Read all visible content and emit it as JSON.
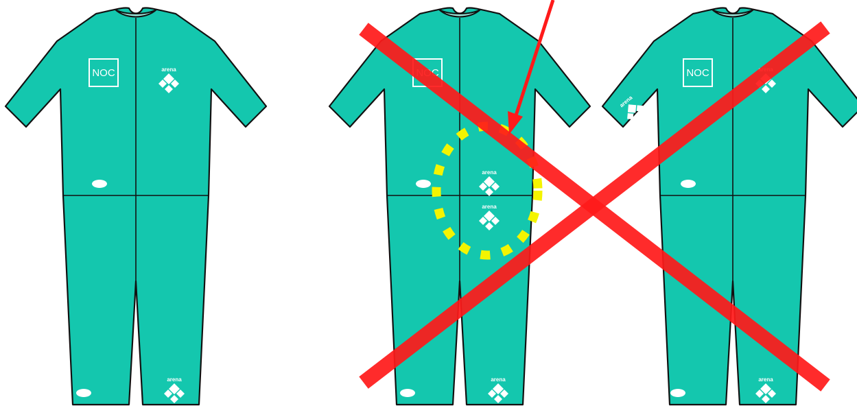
{
  "colors": {
    "suit": "#14c7ae",
    "collar": "#9ee8dc",
    "cross": "#ff1a1a",
    "ring": "#f4f400"
  },
  "labels": {
    "noc": "NOC",
    "brand": "arena"
  },
  "suits": [
    {
      "id": "suit-1",
      "status": "allowed"
    },
    {
      "id": "suit-2",
      "status": "rejected"
    },
    {
      "id": "suit-3",
      "status": "rejected"
    }
  ]
}
